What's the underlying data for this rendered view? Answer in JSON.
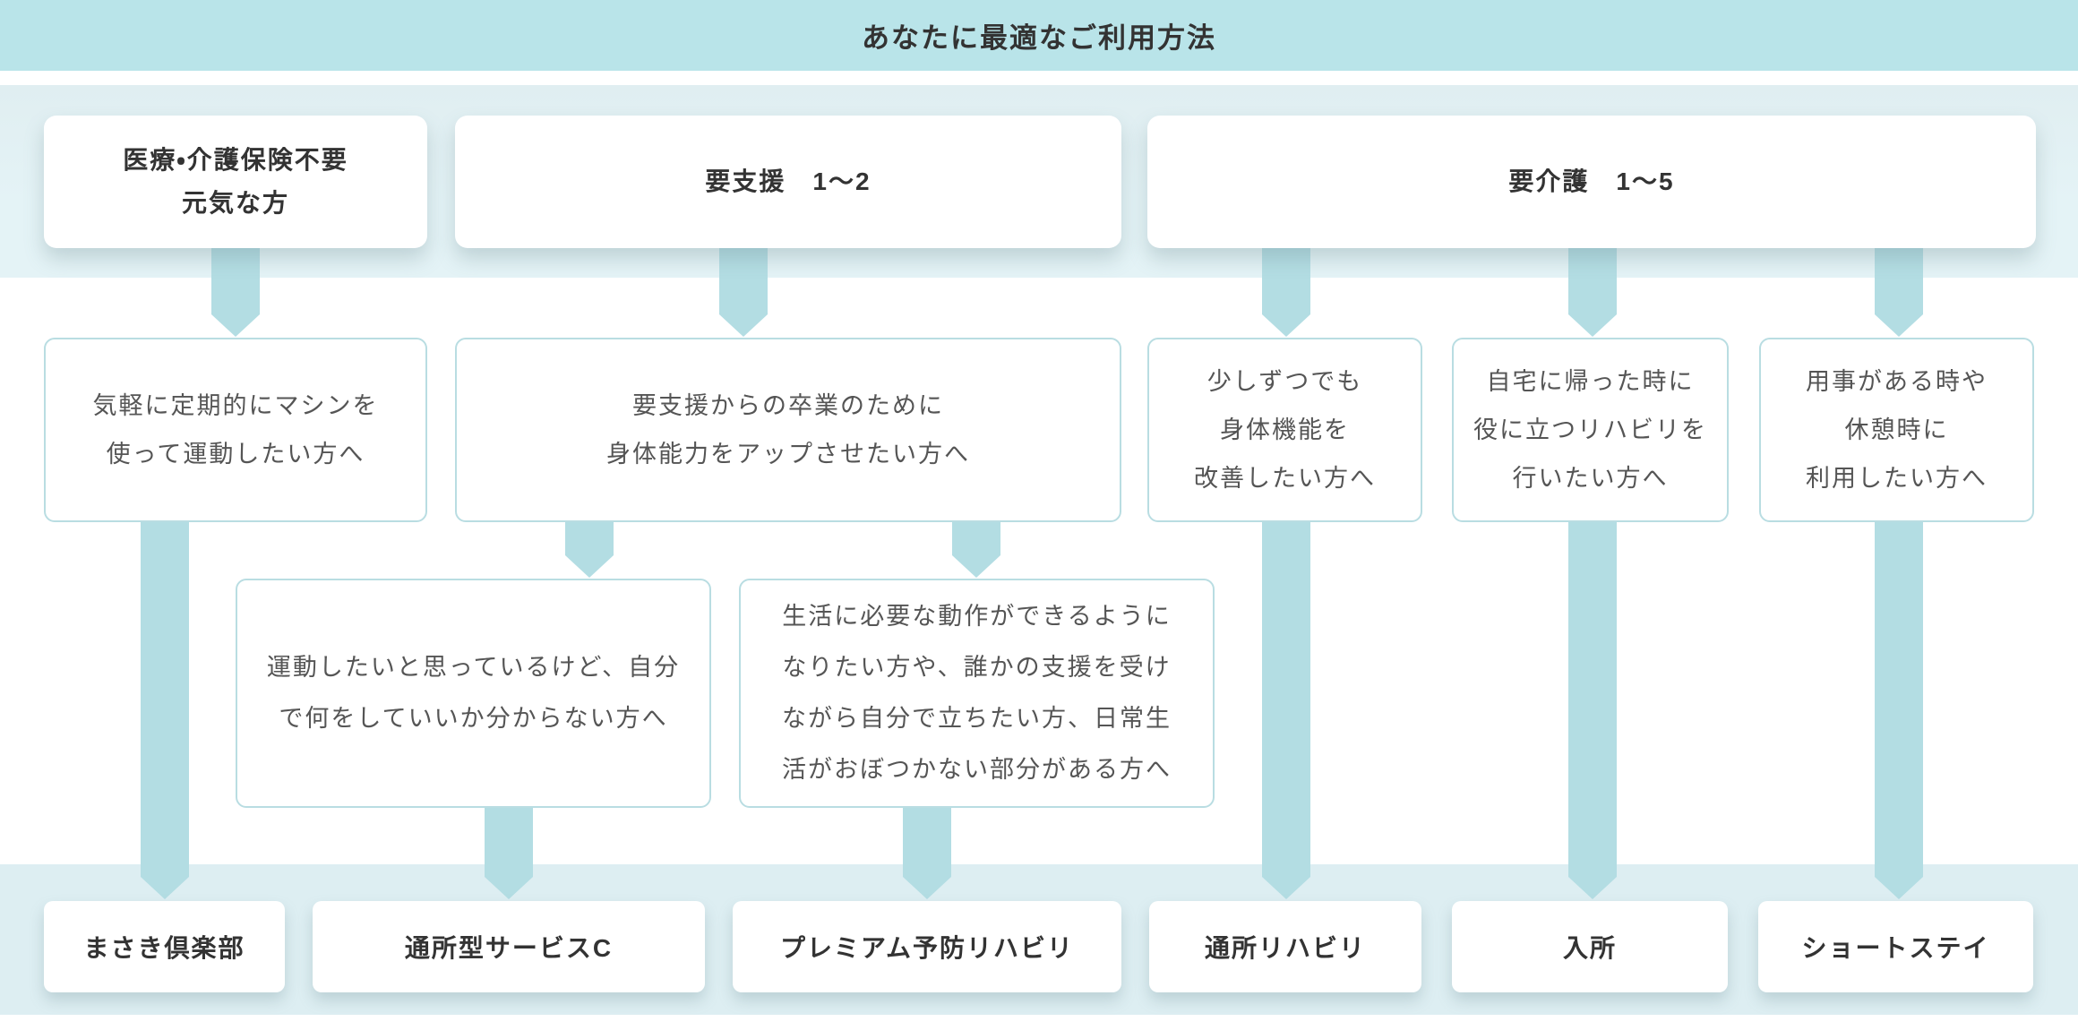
{
  "header": {
    "title": "あなたに最適なご利用方法"
  },
  "colors": {
    "header_bg": "#b9e4e9",
    "top_band_bg": "#e4f3f6",
    "bottom_band_bg": "#ddeef2",
    "arrow": "#b3dde3",
    "outline_box_border": "#b9dde2",
    "heading_text": "#333333",
    "body_text": "#555555"
  },
  "categories": [
    {
      "lines": [
        "医療・介護保険不要",
        "元気な方"
      ]
    },
    {
      "lines": [
        "要支援　1〜2"
      ]
    },
    {
      "lines": [
        "要介護　1〜5"
      ]
    }
  ],
  "audiences": [
    {
      "lines": [
        "気軽に定期的にマシンを",
        "使って運動したい方へ"
      ]
    },
    {
      "lines": [
        "要支援からの卒業のために",
        "身体能力をアップさせたい方へ"
      ]
    },
    {
      "lines": [
        "少しずつでも",
        "身体機能を",
        "改善したい方へ"
      ]
    },
    {
      "lines": [
        "自宅に帰った時に",
        "役に立つリハビリを",
        "行いたい方へ"
      ]
    },
    {
      "lines": [
        "用事がある時や",
        "休憩時に",
        "利用したい方へ"
      ]
    }
  ],
  "sub_audiences": [
    {
      "lines": [
        "運動したいと思っているけど、自分",
        "で何をしていいか分からない方へ"
      ]
    },
    {
      "lines": [
        "生活に必要な動作ができるように",
        "なりたい方や、誰かの支援を受け",
        "ながら自分で立ちたい方、日常生",
        "活がおぼつかない部分がある方へ"
      ]
    }
  ],
  "services": [
    {
      "label": "まさき倶楽部"
    },
    {
      "label": "通所型サービスC"
    },
    {
      "label": "プレミアム予防リハビリ"
    },
    {
      "label": "通所リハビリ"
    },
    {
      "label": "入所"
    },
    {
      "label": "ショートステイ"
    }
  ]
}
